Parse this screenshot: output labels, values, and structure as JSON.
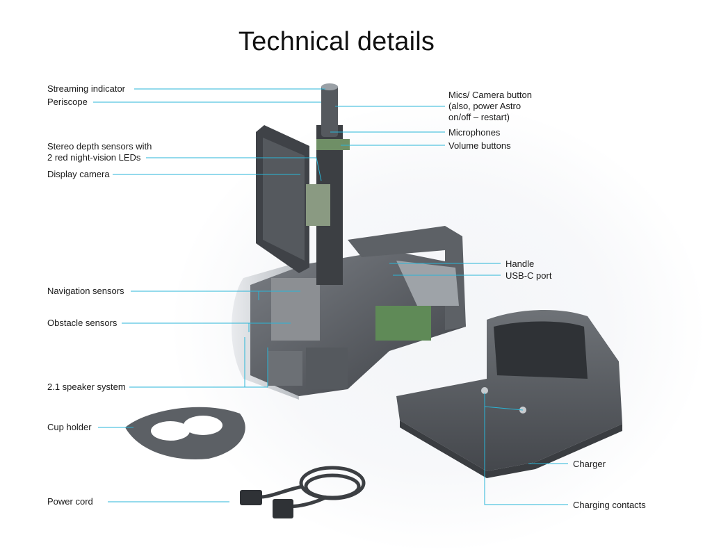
{
  "title": "Technical details",
  "colors": {
    "leader_line": "#29b6d8",
    "body_dark": "#4a4d52",
    "body_mid": "#6b6f75",
    "body_light": "#c9cdd2"
  },
  "labels": {
    "streaming_indicator": "Streaming indicator",
    "periscope": "Periscope",
    "stereo_depth_line1": "Stereo depth sensors with",
    "stereo_depth_line2": "2 red night-vision LEDs",
    "display_camera": "Display camera",
    "navigation_sensors": "Navigation sensors",
    "obstacle_sensors": "Obstacle sensors",
    "speaker_system": "2.1 speaker system",
    "cup_holder": "Cup holder",
    "power_cord": "Power cord",
    "mics_line1": "Mics/ Camera button",
    "mics_line2": "(also, power Astro",
    "mics_line3": "on/off – restart)",
    "microphones": "Microphones",
    "volume_buttons": "Volume buttons",
    "handle": "Handle",
    "usb_c_port": "USB-C port",
    "charger": "Charger",
    "charging_contacts": "Charging contacts"
  }
}
